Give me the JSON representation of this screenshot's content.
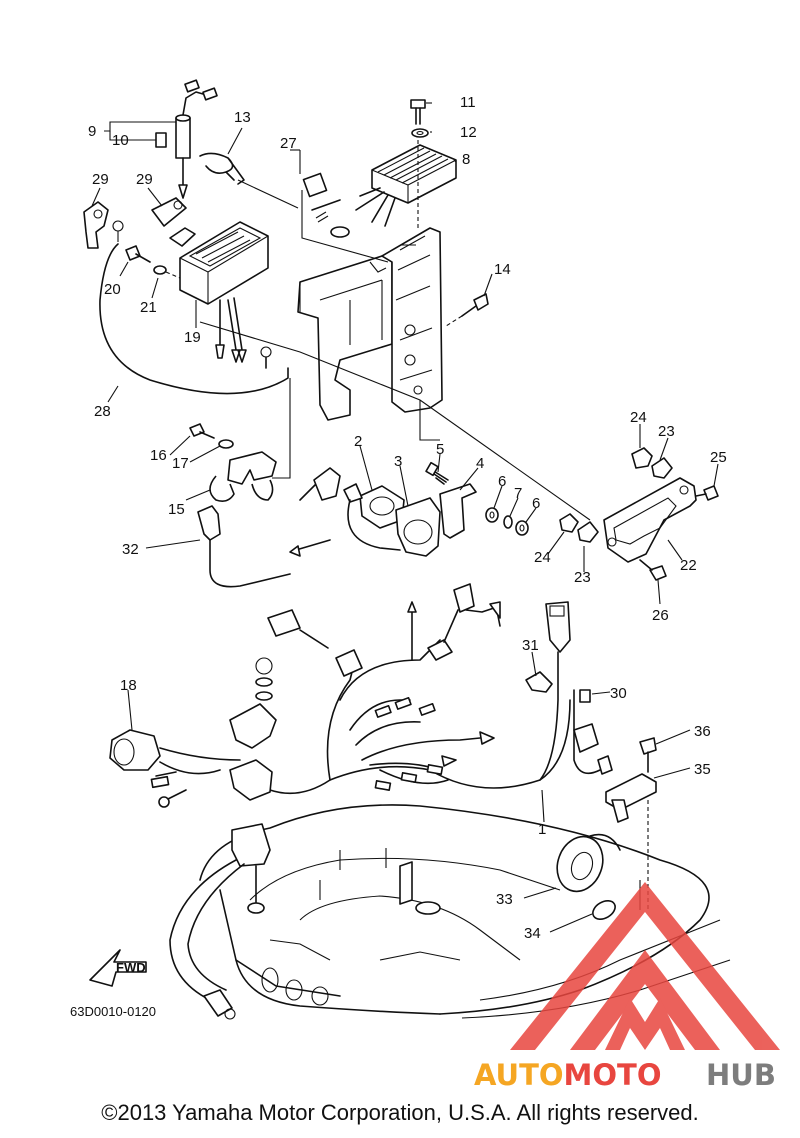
{
  "diagram": {
    "drawing_code": "63D0010-0120",
    "fwd_marker": "FWD",
    "callouts": [
      {
        "id": "c1",
        "text": "1"
      },
      {
        "id": "c2",
        "text": "2"
      },
      {
        "id": "c3",
        "text": "3"
      },
      {
        "id": "c4",
        "text": "4"
      },
      {
        "id": "c5",
        "text": "5"
      },
      {
        "id": "c6a",
        "text": "6"
      },
      {
        "id": "c6b",
        "text": "6"
      },
      {
        "id": "c7",
        "text": "7"
      },
      {
        "id": "c8",
        "text": "8"
      },
      {
        "id": "c9",
        "text": "9"
      },
      {
        "id": "c10",
        "text": "10"
      },
      {
        "id": "c11",
        "text": "11"
      },
      {
        "id": "c12",
        "text": "12"
      },
      {
        "id": "c13",
        "text": "13"
      },
      {
        "id": "c14",
        "text": "14"
      },
      {
        "id": "c15",
        "text": "15"
      },
      {
        "id": "c16",
        "text": "16"
      },
      {
        "id": "c17",
        "text": "17"
      },
      {
        "id": "c18",
        "text": "18"
      },
      {
        "id": "c19",
        "text": "19"
      },
      {
        "id": "c20",
        "text": "20"
      },
      {
        "id": "c21",
        "text": "21"
      },
      {
        "id": "c22",
        "text": "22"
      },
      {
        "id": "c23a",
        "text": "23"
      },
      {
        "id": "c23b",
        "text": "23"
      },
      {
        "id": "c24a",
        "text": "24"
      },
      {
        "id": "c24b",
        "text": "24"
      },
      {
        "id": "c25",
        "text": "25"
      },
      {
        "id": "c26",
        "text": "26"
      },
      {
        "id": "c27",
        "text": "27"
      },
      {
        "id": "c28",
        "text": "28"
      },
      {
        "id": "c29a",
        "text": "29"
      },
      {
        "id": "c29b",
        "text": "29"
      },
      {
        "id": "c30",
        "text": "30"
      },
      {
        "id": "c31",
        "text": "31"
      },
      {
        "id": "c32",
        "text": "32"
      },
      {
        "id": "c33",
        "text": "33"
      },
      {
        "id": "c34",
        "text": "34"
      },
      {
        "id": "c35",
        "text": "35"
      },
      {
        "id": "c36",
        "text": "36"
      }
    ]
  },
  "watermark": {
    "text_part1": "AUTOMOTO",
    "text_part2": "HUB",
    "color_red": "#e8463f",
    "color_orange": "#f5a623",
    "color_gray": "#7d7d7d"
  },
  "footer": {
    "copyright": "©2013 Yamaha Motor Corporation, U.S.A. All rights reserved."
  }
}
